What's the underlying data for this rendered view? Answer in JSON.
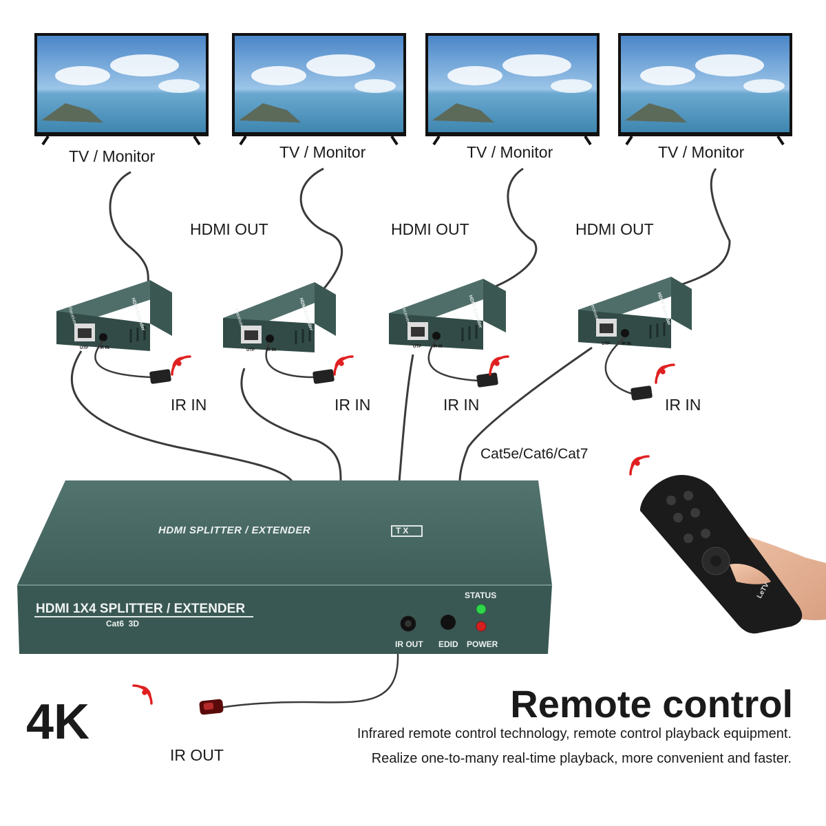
{
  "labels": {
    "tv_monitor": "TV / Monitor",
    "hdmi_out": "HDMI OUT",
    "ir_in": "IR IN",
    "cable": "Cat5e/Cat6/Cat7",
    "ir_out": "IR OUT"
  },
  "receiver": {
    "side_label": "HDMI Extender",
    "front_label": "Receiver",
    "port_utp": "UTP",
    "port_ir_in": "IR IN"
  },
  "transmitter": {
    "top_label": "HDMI SPLITTER / EXTENDER",
    "top_badge": "TX",
    "front_title": "HDMI 1X4 SPLITTER / EXTENDER",
    "front_sub": "Cat6  3D",
    "status_label": "STATUS",
    "btn_ir_out": "IR OUT",
    "btn_edid": "EDID",
    "btn_power": "POWER"
  },
  "remote": {
    "brand": "LeTV"
  },
  "badge_4k": "4K",
  "remote_control": {
    "title": "Remote control",
    "line1": "Infrared remote control technology, remote control playback equipment.",
    "line2": "Realize one-to-many real-time playback, more convenient and faster."
  },
  "colors": {
    "device_front": "#3d5a55",
    "device_top": "#4a6b66",
    "device_dark": "#2b403c",
    "signal_red": "#e02020",
    "led_green": "#2fd64a",
    "led_red": "#d42020",
    "sky": "#6fa6d9",
    "water": "#4c91b8"
  }
}
